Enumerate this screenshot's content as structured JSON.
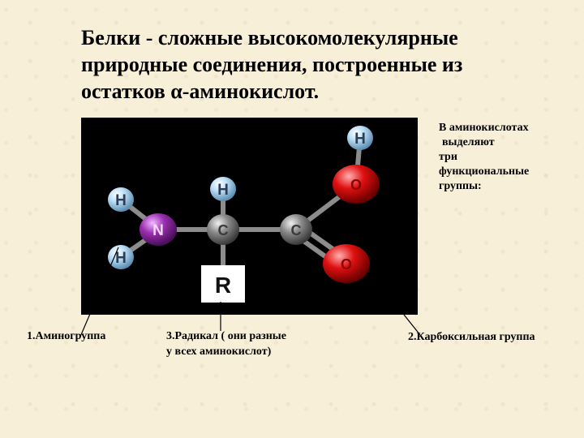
{
  "title": {
    "lines": [
      "Белки - сложные высокомолекулярные",
      "природные соединения, построенные из",
      "остатков α-аминокислот."
    ]
  },
  "side_note": {
    "lines": [
      "В аминокислотах",
      "выделяют",
      "три",
      "функциональные",
      "группы:"
    ]
  },
  "captions": {
    "amino": "1.Аминогруппа",
    "radical_line1": "3.Радикал ( они разные",
    "radical_line2": "у всех аминокислот)",
    "carboxyl": "2.Карбоксильная группа"
  },
  "molecule": {
    "atoms": {
      "h_left_top": "H",
      "h_left_bottom": "H",
      "n": "N",
      "h_top": "H",
      "c_alpha": "C",
      "c_carboxyl": "C",
      "o_hydroxyl": "O",
      "h_hydroxyl": "H",
      "o_double": "O",
      "r": "R"
    },
    "colors": {
      "hydrogen": "#b9dcf5",
      "nitrogen": "#9a2fb0",
      "carbon": "#8a8a8a",
      "oxygen": "#e01010",
      "bond": "#8c8c8c",
      "background": "#000000"
    }
  }
}
